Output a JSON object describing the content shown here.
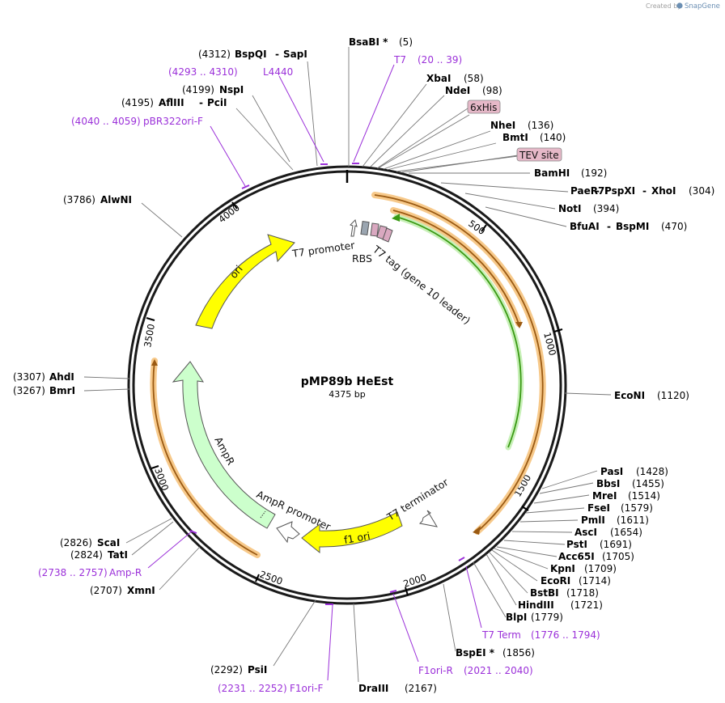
{
  "watermark": {
    "created_by": "Created by",
    "brand": "SnapGene"
  },
  "map": {
    "name": "pMP89b HeEst",
    "length_label": "4375 bp"
  },
  "ticks": [
    "500",
    "1000",
    "1500",
    "2000",
    "2500",
    "3000",
    "3500",
    "4000"
  ],
  "enzymes": {
    "bsabi": "BsaBI *",
    "bsabi_pos": "(5)",
    "bspqi_pos": "(4312)",
    "bspqi": "BspQI",
    "sapi": "SapI",
    "xbai": "XbaI",
    "xbai_pos": "(58)",
    "ndei": "NdeI",
    "ndei_pos": "(98)",
    "nspi_pos": "(4199)",
    "nspi": "NspI",
    "pcii_pos": "(4195)",
    "aflIII": "AflIII",
    "pcii": "PciI",
    "nhei": "NheI",
    "nhei_pos": "(136)",
    "bmti": "BmtI",
    "bmti_pos": "(140)",
    "bamhi": "BamHI",
    "bamhi_pos": "(192)",
    "paer7i": "PaeR7I",
    "pspxi": "PspXI",
    "xhoi": "XhoI",
    "xhoi_pos": "(304)",
    "noti": "NotI",
    "noti_pos": "(394)",
    "bfuai": "BfuAI",
    "bspmi": "BspMI",
    "bspmi_pos": "(470)",
    "alwni_pos": "(3786)",
    "alwni": "AlwNI",
    "econi": "EcoNI",
    "econi_pos": "(1120)",
    "ahdi_pos": "(3307)",
    "ahdi": "AhdI",
    "bmri_pos": "(3267)",
    "bmri": "BmrI",
    "pasi": "PasI",
    "pasi_pos": "(1428)",
    "bbsi": "BbsI",
    "bbsi_pos": "(1455)",
    "mrei": "MreI",
    "mrei_pos": "(1514)",
    "fsei": "FseI",
    "fsei_pos": "(1579)",
    "pmli": "PmlI",
    "pmli_pos": "(1611)",
    "asci": "AscI",
    "asci_pos": "(1654)",
    "psti": "PstI",
    "psti_pos": "(1691)",
    "acc65i": "Acc65I",
    "acc65i_pos": "(1705)",
    "kpni": "KpnI",
    "kpni_pos": "(1709)",
    "ecori": "EcoRI",
    "ecori_pos": "(1714)",
    "bstbi": "BstBI",
    "bstbi_pos": "(1718)",
    "hindiii": "HindIII",
    "hindiii_pos": "(1721)",
    "blpi": "BlpI",
    "blpi_pos": "(1779)",
    "bspei": "BspEI *",
    "bspei_pos": "(1856)",
    "scai_pos": "(2826)",
    "scai": "ScaI",
    "tati_pos": "(2824)",
    "tati": "TatI",
    "xmni_pos": "(2707)",
    "xmni": "XmnI",
    "psii_pos": "(2292)",
    "psii": "PsiI",
    "draiii": "DraIII",
    "draiii_pos": "(2167)"
  },
  "primers": {
    "t7": "T7",
    "t7_range": "(20 .. 39)",
    "l4440_range": "(4293 .. 4310)",
    "l4440": "L4440",
    "pbr_range": "(4040 .. 4059)",
    "pbr": "pBR322ori-F",
    "t7term": "T7 Term",
    "t7term_range": "(1776 .. 1794)",
    "f1orir": "F1ori-R",
    "f1orir_range": "(2021 .. 2040)",
    "ampr_range": "(2738 .. 2757)",
    "ampr": "Amp-R",
    "f1orif_range": "(2231 .. 2252)",
    "f1orif": "F1ori-F"
  },
  "boxed_features": {
    "his": "6xHis",
    "tev": "TEV site"
  },
  "features": {
    "t7_promoter": "T7 promoter",
    "rbs": "RBS",
    "t7_tag": "T7 tag (gene 10 leader)",
    "ori": "ori",
    "ampr": "AmpR",
    "ampr_promoter": "AmpR promoter",
    "f1_ori": "f1 ori",
    "t7_terminator": "T7 terminator"
  },
  "colors": {
    "backbone": "#1a1a1a",
    "orange_halo": "#f7c98a",
    "orange_core": "#9a5a13",
    "green": "#3a9a14",
    "yellow": "#ffff00",
    "light_green": "#ccffcc",
    "primer": "#9b30d9",
    "feature_box": "#e6b8c8"
  }
}
